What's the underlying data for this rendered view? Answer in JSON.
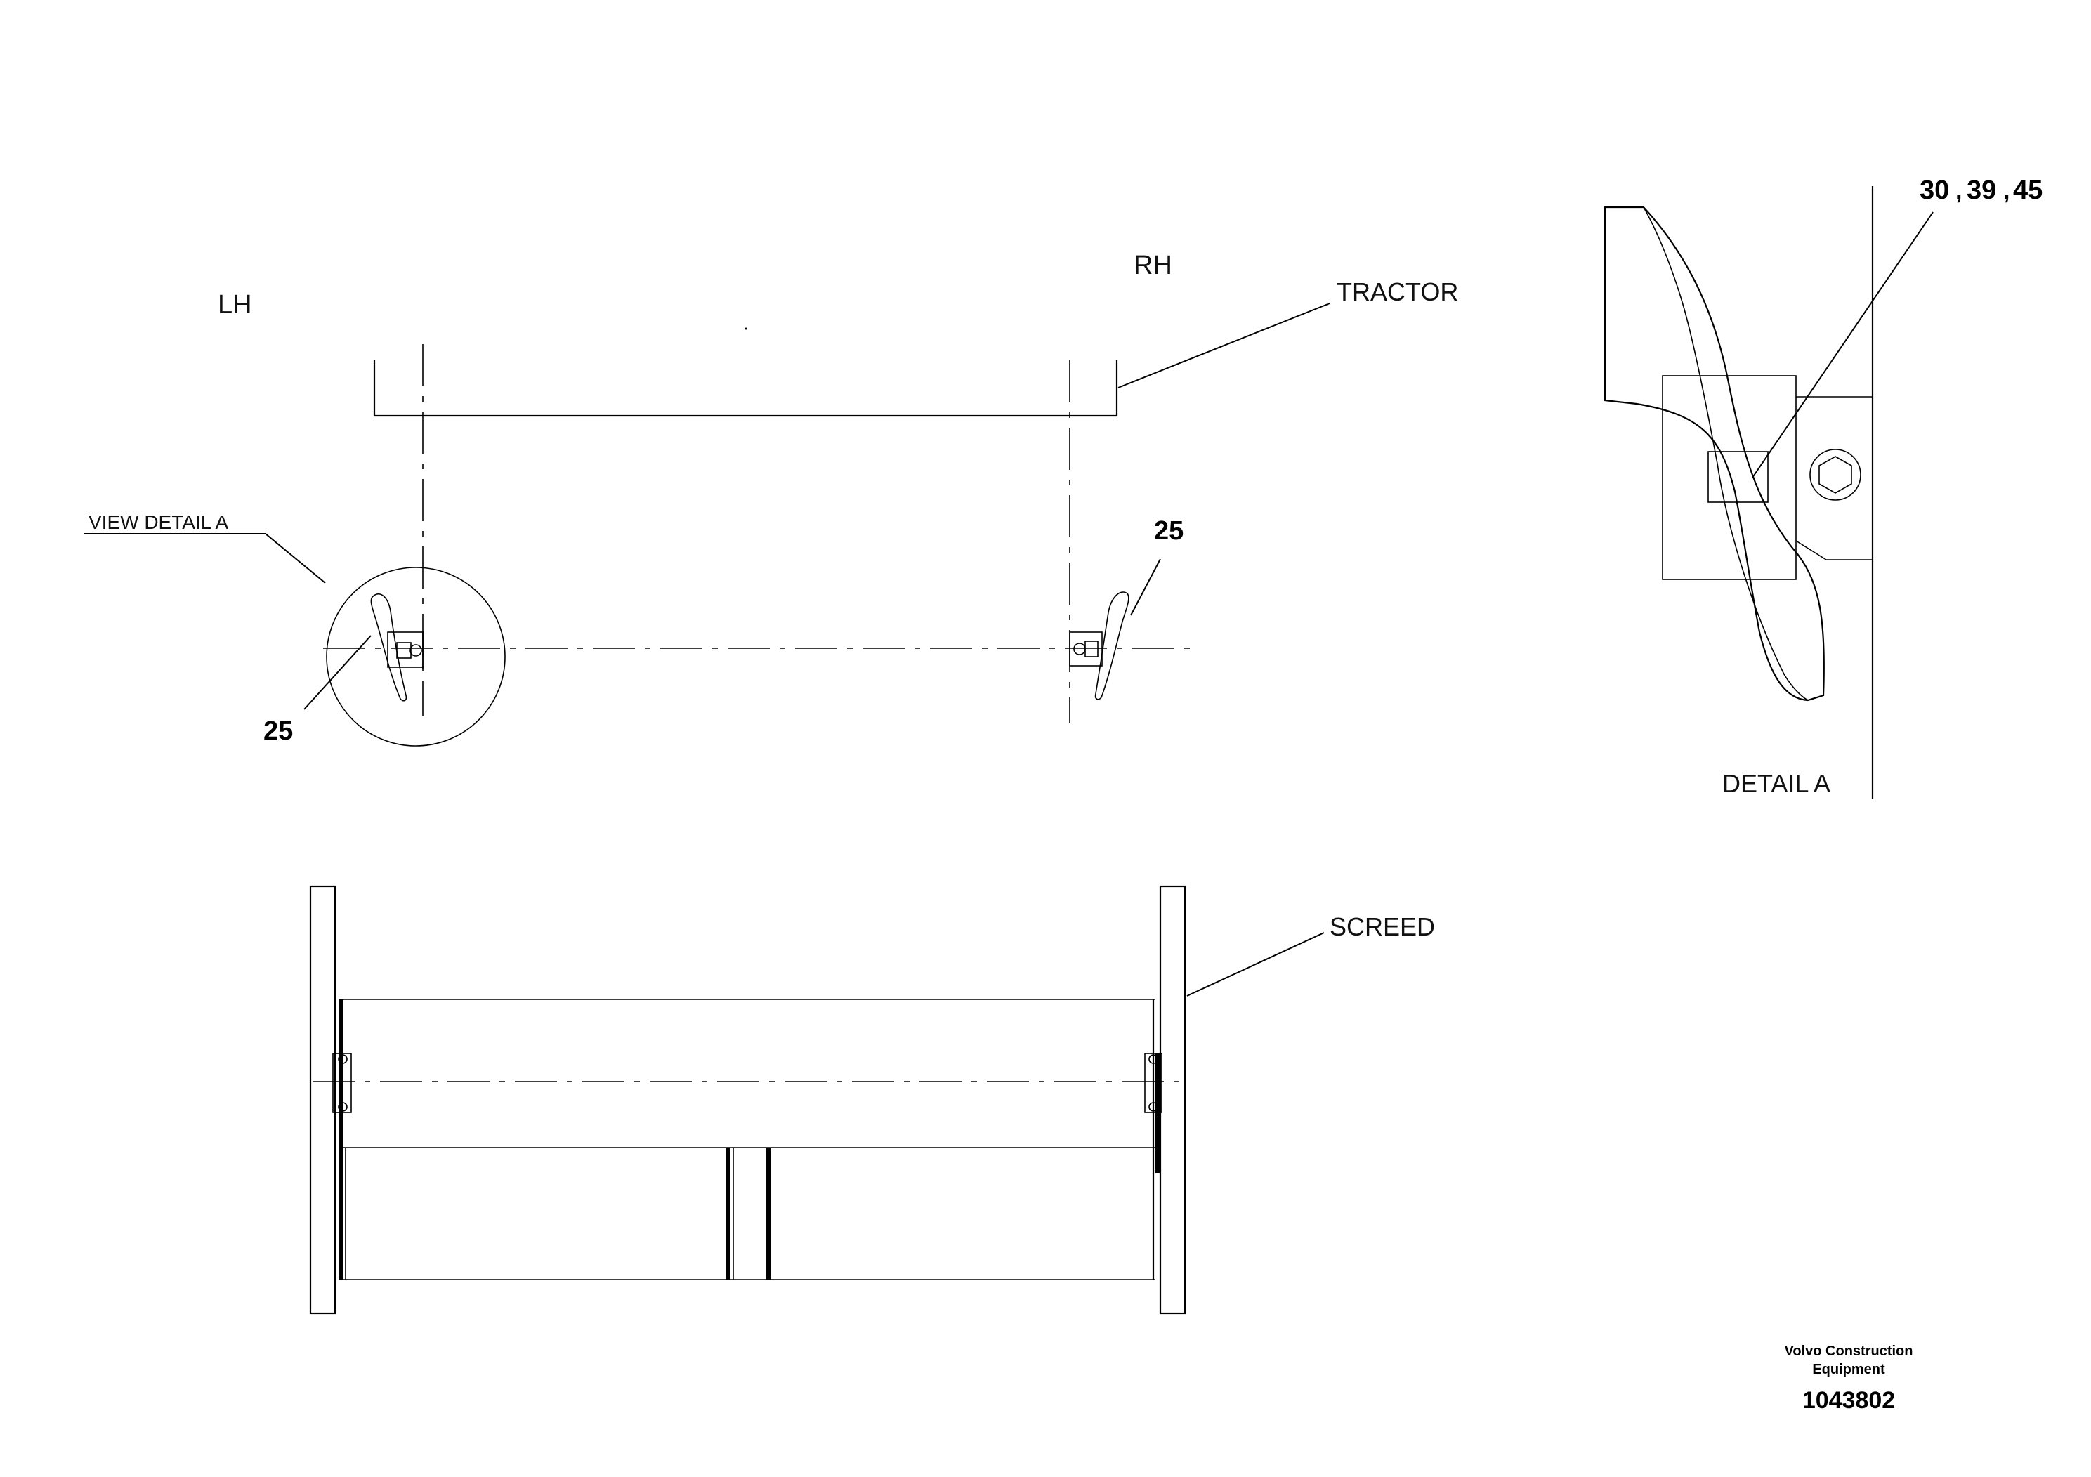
{
  "labels": {
    "lh": "LH",
    "rh": "RH",
    "tractor": "TRACTOR",
    "view_detail_a": "VIEW DETAIL A",
    "detail_a": "DETAIL A",
    "screed": "SCREED"
  },
  "callouts": {
    "left_item": "25",
    "right_item": "25",
    "detail_item_1": "30",
    "detail_sep_1": ",",
    "detail_item_2": "39",
    "detail_sep_2": ",",
    "detail_item_3": "45"
  },
  "title_block": {
    "company_line1": "Volvo Construction",
    "company_line2": "Equipment",
    "drawing_number": "1043802"
  }
}
